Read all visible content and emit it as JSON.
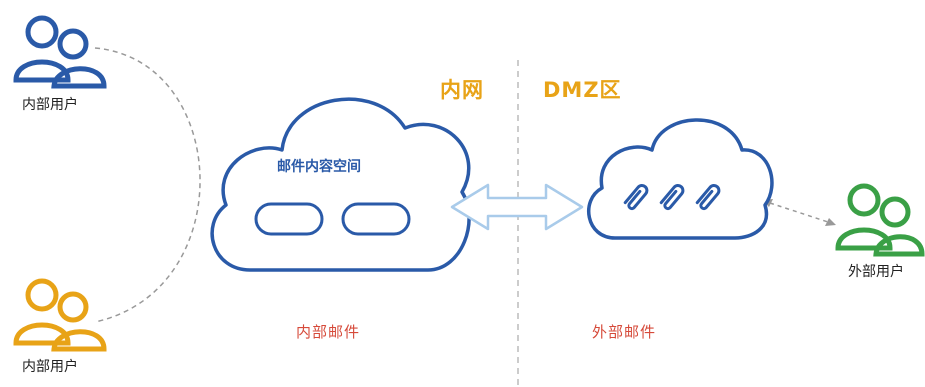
{
  "users": {
    "internal_top": {
      "label": "内部用户",
      "color": "#2a5aa8"
    },
    "internal_bottom": {
      "label": "内部用户",
      "color": "#e8a317"
    },
    "external": {
      "label": "外部用户",
      "color": "#3aa046"
    }
  },
  "zones": {
    "intranet": "内网",
    "dmz": "DMZ区"
  },
  "internal_cloud": {
    "title": "邮件内容空间",
    "caption": "内部邮件",
    "color": "#2a5aa8"
  },
  "external_cloud": {
    "caption": "外部邮件",
    "color": "#2a5aa8",
    "icon": "paperclip-icon"
  },
  "colors": {
    "arrow": "#a9cbea",
    "divider": "#bbbbbb",
    "connector": "#999999",
    "zone_text": "#e8a317",
    "caption_text": "#d64a3a"
  }
}
